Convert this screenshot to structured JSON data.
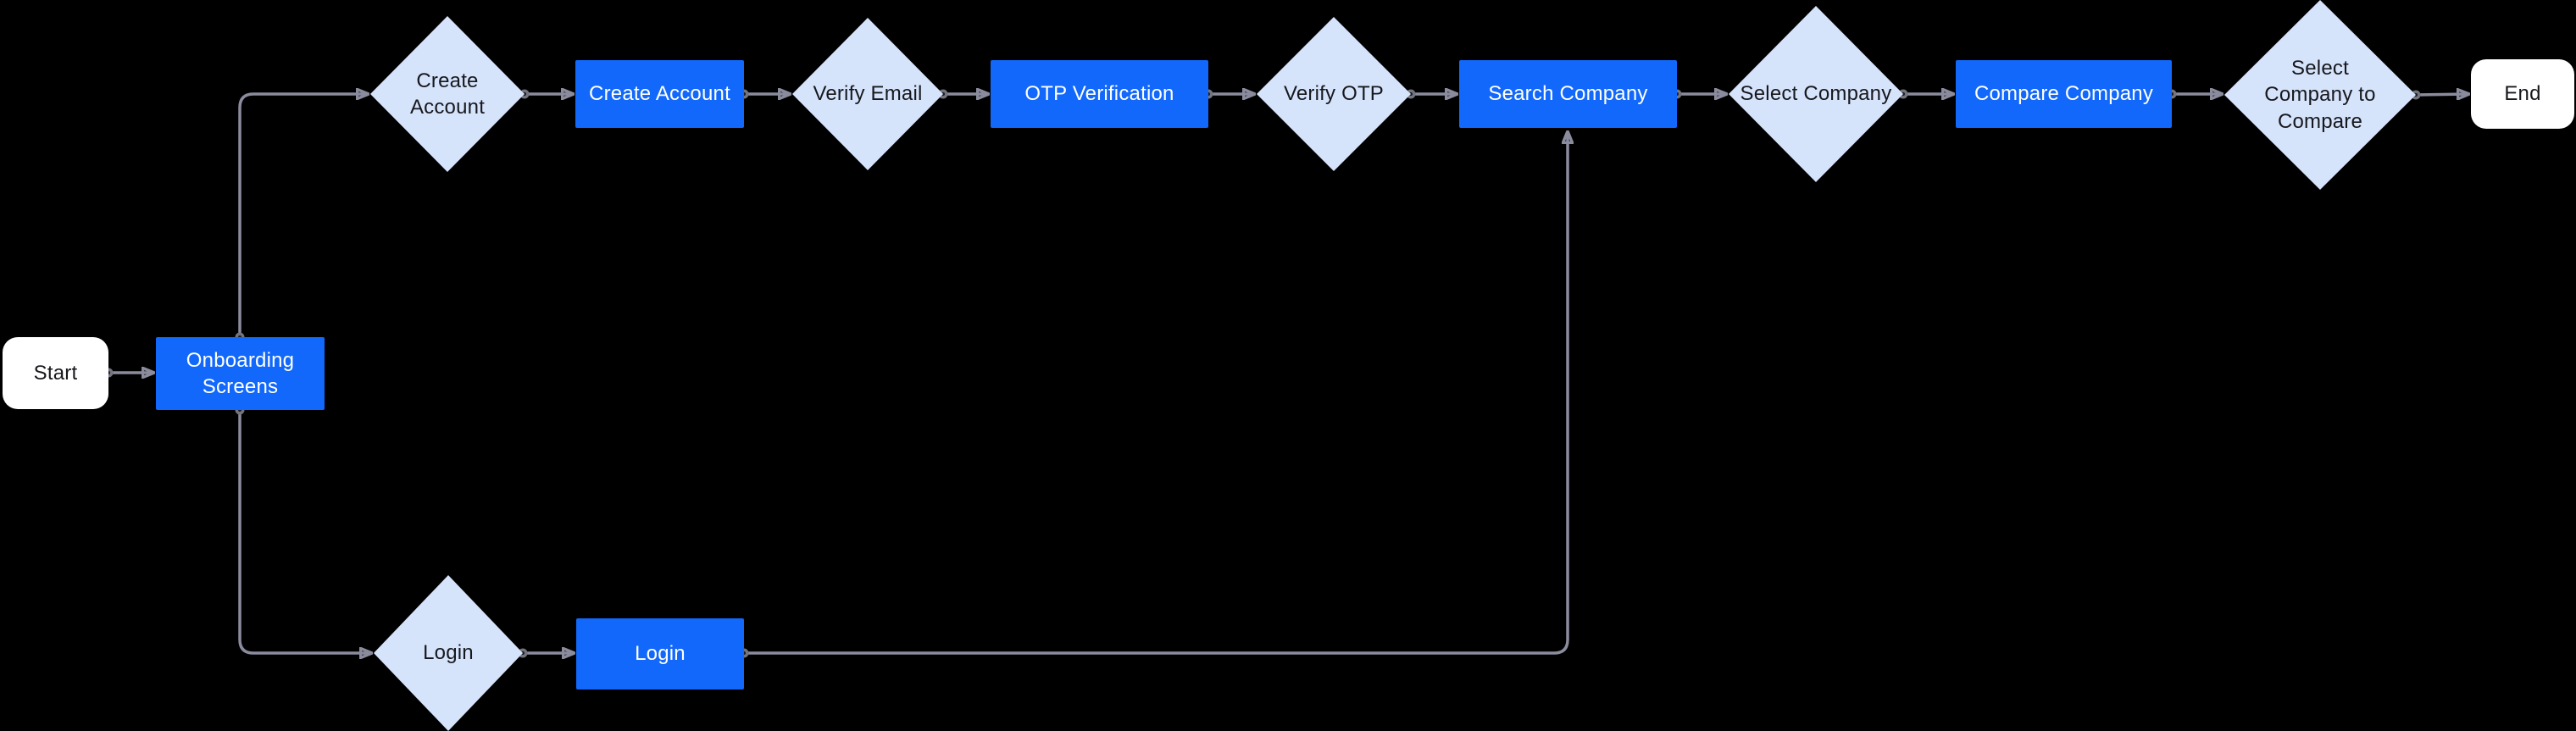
{
  "diagram": {
    "type": "flowchart",
    "colors": {
      "background": "#000000",
      "process_fill": "#1168fa",
      "decision_fill": "#d5e3fb",
      "terminal_fill": "#ffffff",
      "edge": "#8a8b9d",
      "process_text": "#ffffff",
      "decision_text": "#17181d",
      "terminal_text": "#17181d"
    },
    "nodes": {
      "start": {
        "label": "Start",
        "type": "terminal"
      },
      "onboarding": {
        "label": "Onboarding Screens",
        "type": "process"
      },
      "create_account_decision": {
        "label": "Create Account",
        "type": "decision"
      },
      "create_account": {
        "label": "Create Account",
        "type": "process"
      },
      "verify_email": {
        "label": "Verify Email",
        "type": "decision"
      },
      "otp_verification": {
        "label": "OTP Verification",
        "type": "process"
      },
      "verify_otp": {
        "label": "Verify OTP",
        "type": "decision"
      },
      "search_company": {
        "label": "Search Company",
        "type": "process"
      },
      "select_company": {
        "label": "Select Company",
        "type": "decision"
      },
      "compare_company": {
        "label": "Compare Company",
        "type": "process"
      },
      "select_company_to_compare": {
        "label": "Select Company to Compare",
        "type": "decision"
      },
      "end": {
        "label": "End",
        "type": "terminal"
      },
      "login_decision": {
        "label": "Login",
        "type": "decision"
      },
      "login": {
        "label": "Login",
        "type": "process"
      }
    },
    "edges": [
      {
        "from": "start",
        "to": "onboarding"
      },
      {
        "from": "onboarding",
        "to": "create_account_decision"
      },
      {
        "from": "onboarding",
        "to": "login_decision"
      },
      {
        "from": "create_account_decision",
        "to": "create_account"
      },
      {
        "from": "create_account",
        "to": "verify_email"
      },
      {
        "from": "verify_email",
        "to": "otp_verification"
      },
      {
        "from": "otp_verification",
        "to": "verify_otp"
      },
      {
        "from": "verify_otp",
        "to": "search_company"
      },
      {
        "from": "search_company",
        "to": "select_company"
      },
      {
        "from": "select_company",
        "to": "compare_company"
      },
      {
        "from": "compare_company",
        "to": "select_company_to_compare"
      },
      {
        "from": "select_company_to_compare",
        "to": "end"
      },
      {
        "from": "login_decision",
        "to": "login"
      },
      {
        "from": "login",
        "to": "search_company"
      }
    ]
  }
}
